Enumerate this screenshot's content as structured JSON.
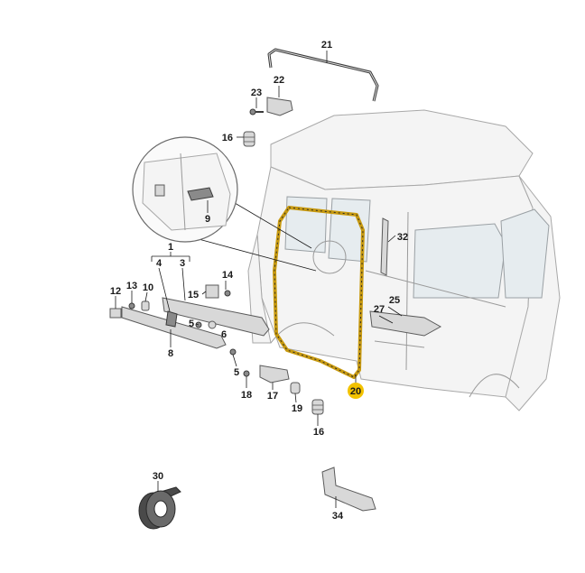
{
  "diagram": {
    "callouts": [
      {
        "id": "c21",
        "label": "21"
      },
      {
        "id": "c22",
        "label": "22"
      },
      {
        "id": "c23",
        "label": "23"
      },
      {
        "id": "c16a",
        "label": "16"
      },
      {
        "id": "c9",
        "label": "9"
      },
      {
        "id": "c1",
        "label": "1"
      },
      {
        "id": "c4",
        "label": "4"
      },
      {
        "id": "c3",
        "label": "3"
      },
      {
        "id": "c14",
        "label": "14"
      },
      {
        "id": "c15",
        "label": "15"
      },
      {
        "id": "c12",
        "label": "12"
      },
      {
        "id": "c13",
        "label": "13"
      },
      {
        "id": "c10",
        "label": "10"
      },
      {
        "id": "c5a",
        "label": "5"
      },
      {
        "id": "c6",
        "label": "6"
      },
      {
        "id": "c8",
        "label": "8"
      },
      {
        "id": "c5b",
        "label": "5"
      },
      {
        "id": "c18",
        "label": "18"
      },
      {
        "id": "c17",
        "label": "17"
      },
      {
        "id": "c19",
        "label": "19"
      },
      {
        "id": "c16b",
        "label": "16"
      },
      {
        "id": "c20",
        "label": "20"
      },
      {
        "id": "c32",
        "label": "32"
      },
      {
        "id": "c25",
        "label": "25"
      },
      {
        "id": "c27",
        "label": "27"
      },
      {
        "id": "c30",
        "label": "30"
      },
      {
        "id": "c34",
        "label": "34"
      }
    ],
    "highlight_color": "#f2c200",
    "seal_color": "#c89a10"
  }
}
